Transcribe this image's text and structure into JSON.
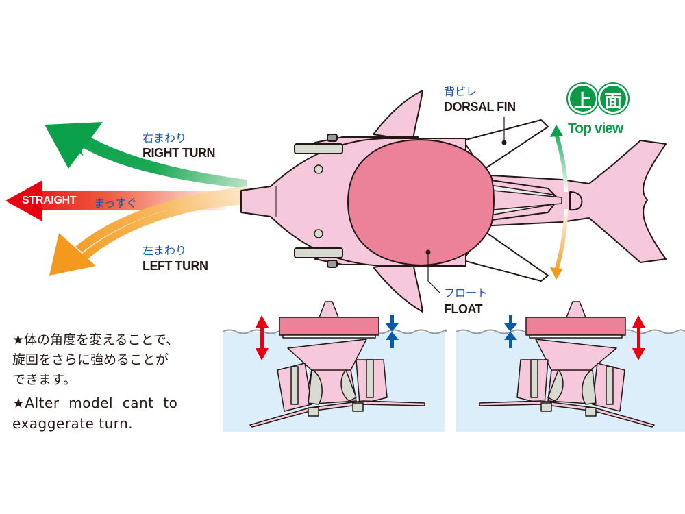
{
  "direction_labels": {
    "right_turn": {
      "jp": "右まわり",
      "en": "RIGHT TURN"
    },
    "straight": {
      "en": "STRAIGHT",
      "jp": "まっすぐ"
    },
    "left_turn": {
      "jp": "左まわり",
      "en": "LEFT TURN"
    }
  },
  "part_labels": {
    "dorsal_fin": {
      "jp": "背ビレ",
      "en": "DORSAL FIN"
    },
    "float": {
      "jp": "フロート",
      "en": "FLOAT"
    }
  },
  "view_badge": {
    "kanji_1": "上",
    "kanji_2": "面",
    "en": "Top view"
  },
  "notes": {
    "jp_lines": [
      "★体の角度を変えることで、",
      "旋回をさらに強めることが",
      "できます。"
    ],
    "en_lines": [
      "★Alter  model  cant  to",
      "exaggerate turn."
    ]
  },
  "colors": {
    "right_arrow": "#0aa04a",
    "straight_arrow": "#e60012",
    "left_arrow": "#f39a1e",
    "body_pink": "#f6c8dc",
    "float_pink": "#ec8299",
    "water": "#dbeefa",
    "japanese_text": "#1559a8",
    "up_down_red": "#e60012",
    "gap_blue": "#0a5aa8",
    "badge_green": "#0d9a48"
  }
}
